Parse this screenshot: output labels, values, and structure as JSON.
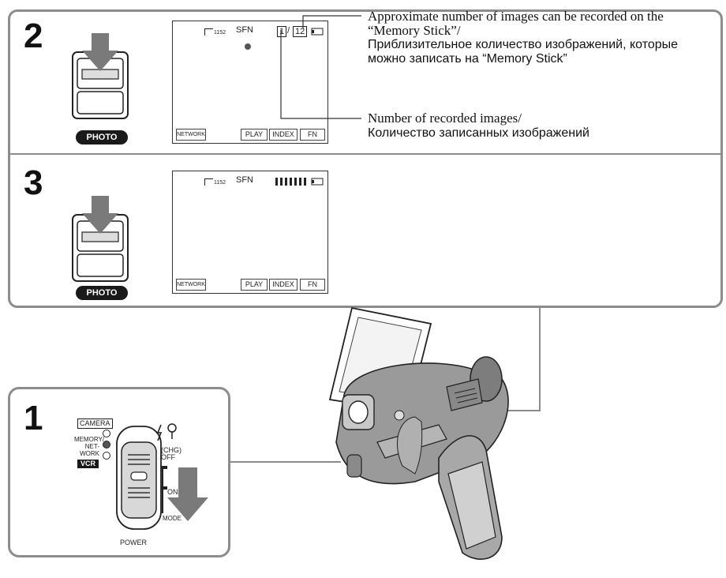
{
  "step2": {
    "number": "2",
    "lcd": {
      "resolution": "1152",
      "quality": "SFN",
      "recorded": "1",
      "capacity": "12",
      "buttons": [
        "NETWORK",
        "PLAY",
        "INDEX",
        "FN"
      ]
    },
    "button_label": "PHOTO",
    "callout_approx_en": "Approximate number of images can be recorded on the “Memory Stick”/",
    "callout_approx_ru": "Приблизительное количество изображений, которые можно записать на “Memory Stick”",
    "callout_recorded_en": "Number of recorded images/",
    "callout_recorded_ru": "Количество записанных изображений"
  },
  "step3": {
    "number": "3",
    "lcd": {
      "resolution": "1152",
      "quality": "SFN",
      "buttons": [
        "NETWORK",
        "PLAY",
        "INDEX",
        "FN"
      ]
    },
    "button_label": "PHOTO"
  },
  "step1": {
    "number": "1",
    "mode_camera": "CAMERA",
    "mode_memory": "MEMORY/ NET- WORK",
    "mode_vcr": "VCR",
    "label_chg_off": "(CHG) OFF",
    "label_on": "ON",
    "label_mode": "MODE",
    "label_power": "POWER"
  },
  "colors": {
    "panel_border": "#8c8c8c",
    "arrow_gray": "#7a7a7a"
  }
}
